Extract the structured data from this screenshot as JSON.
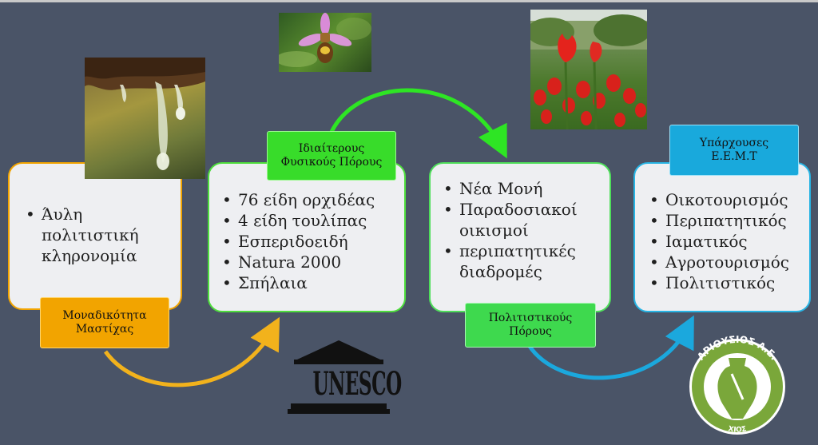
{
  "stages": [
    {
      "label_lines": [
        "Μοναδικότητα",
        "Μαστίχας"
      ],
      "items": [
        "Άυλη πολιτιστική κληρονομία"
      ],
      "label_color": "#f2a400",
      "border_color": "#f2a400"
    },
    {
      "label_lines": [
        "Ιδιαίτερους",
        "Φυσικούς Πόρους"
      ],
      "items": [
        "76 είδη ορχιδέας",
        "4 είδη τουλίπας",
        "Εσπεριδοειδή",
        "Natura 2000",
        "Σπήλαια"
      ],
      "label_color": "#38dc2a",
      "border_color": "#4ede3c"
    },
    {
      "label_lines": [
        "Πολιτιστικούς",
        "Πόρους"
      ],
      "items": [
        "Νέα Μονή",
        "Παραδοσιακοί οικισμοί",
        "περιπατητικές διαδρομές"
      ],
      "label_color": "#3ed94e",
      "border_color": "#4ede5a"
    },
    {
      "label_lines": [
        "Υπάρχουσες",
        "Ε.Ε.Μ.Τ"
      ],
      "items": [
        "Οικοτουρισμός",
        "Περιπατητικός",
        "Ιαματικός",
        "Αγροτουρισμός",
        "Πολιτιστικός"
      ],
      "label_color": "#19a9dc",
      "border_color": "#27b4e4"
    }
  ],
  "unesco": {
    "text": "UNESCO"
  },
  "logo": {
    "ring_text": "ΑΡΙΟΥΣΙΟΣ Α.Ε.",
    "bottom_text": "ΧΙΟΣ",
    "color": "#7aa73a"
  },
  "arrows": {
    "orange": "#f2b21c",
    "green": "#2ee524",
    "lightgreen": "#4ae23a",
    "blue": "#1ba8dd"
  }
}
